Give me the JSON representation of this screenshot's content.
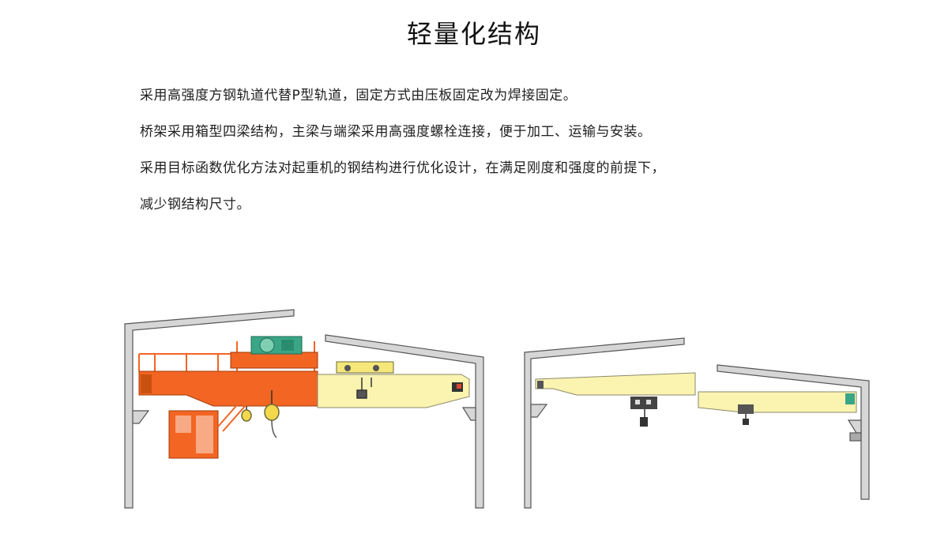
{
  "heading": "轻量化结构",
  "paragraphs": [
    "采用高强度方钢轨道代替P型轨道，固定方式由压板固定改为焊接固定。",
    "桥架采用箱型四梁结构，主梁与端梁采用高强度螺栓连接，便于加工、运输与安装。",
    "采用目标函数优化方法对起重机的钢结构进行优化设计，在满足刚度和强度的前提下，",
    "减少钢结构尺寸。"
  ],
  "colors": {
    "old_design": "#f26522",
    "new_design": "#fbf3b0",
    "building": "#d6d6d6",
    "outline": "#555555",
    "trolley": "#3aa686"
  }
}
